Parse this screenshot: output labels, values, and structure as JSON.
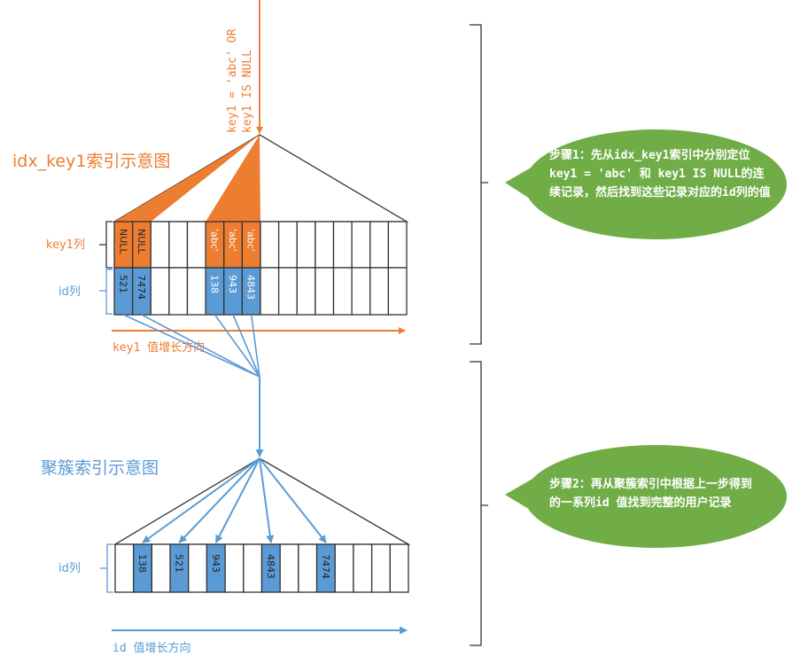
{
  "colors": {
    "orange": "#ed7d31",
    "blue": "#5b9bd5",
    "green": "#70ad47",
    "line": "#333333"
  },
  "query": {
    "line1": "key1 = 'abc' OR",
    "line2": "key1 IS NULL"
  },
  "secondary_index": {
    "title": "idx_key1索引示意图",
    "key_row_label": "key1列",
    "id_row_label": "id列",
    "direction_label": "key1 值增长方向",
    "column_count": 16,
    "cells": [
      {
        "col": 0,
        "key": "NULL",
        "id": "521"
      },
      {
        "col": 1,
        "key": "NULL",
        "id": "7474"
      },
      {
        "col": 5,
        "key": "'abc'",
        "id": "138"
      },
      {
        "col": 6,
        "key": "'abc'",
        "id": "943"
      },
      {
        "col": 7,
        "key": "'abc'",
        "id": "4843"
      }
    ]
  },
  "clustered_index": {
    "title": "聚簇索引示意图",
    "id_row_label": "id列",
    "direction_label": "id 值增长方向",
    "column_count": 16,
    "cells": [
      {
        "col": 1,
        "id": "138"
      },
      {
        "col": 3,
        "id": "521"
      },
      {
        "col": 5,
        "id": "943"
      },
      {
        "col": 8,
        "id": "4843"
      },
      {
        "col": 11,
        "id": "7474"
      }
    ]
  },
  "steps": [
    {
      "text": "步骤1：先从idx_key1索引中分别定位 key1 = 'abc' 和 key1 IS NULL的连续记录，然后找到这些记录对应的id列的值"
    },
    {
      "text": "步骤2：再从聚簇索引中根据上一步得到的一系列id 值找到完整的用户记录"
    }
  ]
}
